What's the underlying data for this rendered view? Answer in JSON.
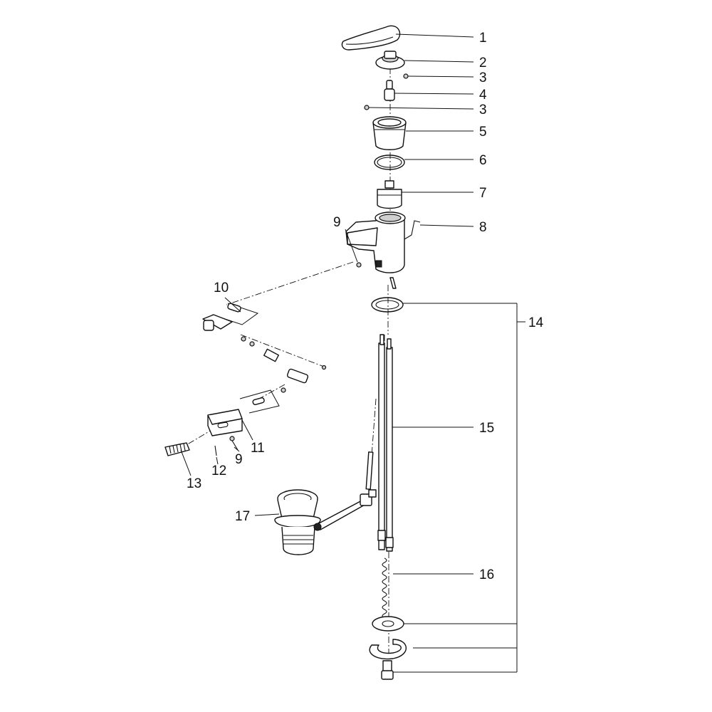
{
  "callouts": {
    "c1": "1",
    "c2": "2",
    "c3a": "3",
    "c4": "4",
    "c3b": "3",
    "c5": "5",
    "c6": "6",
    "c7": "7",
    "c8": "8",
    "c9a": "9",
    "c10": "10",
    "c14": "14",
    "c15": "15",
    "c11": "11",
    "c9b": "9",
    "c12": "12",
    "c13": "13",
    "c17": "17",
    "c16": "16"
  }
}
